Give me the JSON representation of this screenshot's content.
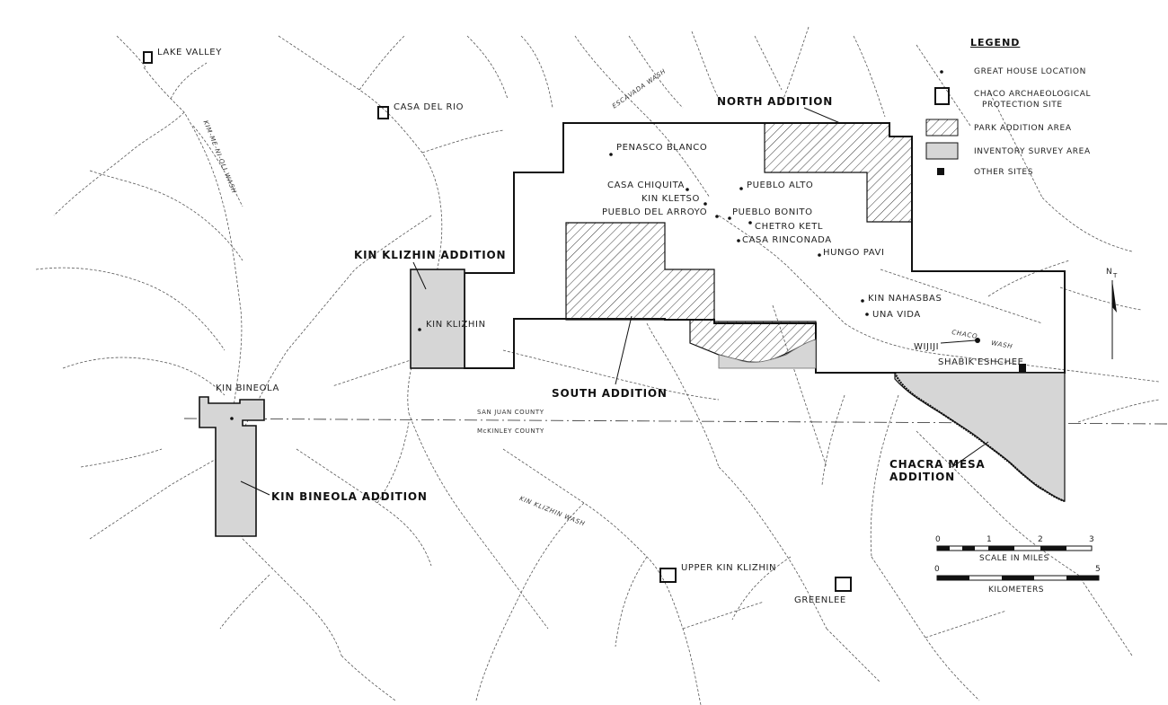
{
  "legend": {
    "title": "LEGEND",
    "items": [
      {
        "label": "GREAT HOUSE LOCATION"
      },
      {
        "label": "CHACO ARCHAEOLOGICAL",
        "label2": "PROTECTION SITE"
      },
      {
        "label": "PARK ADDITION AREA"
      },
      {
        "label": "INVENTORY SURVEY AREA"
      },
      {
        "label": "OTHER SITES"
      }
    ]
  },
  "areas": {
    "north": "NORTH ADDITION",
    "south": "SOUTH ADDITION",
    "kin_klizhin": "KIN KLIZHIN ADDITION",
    "kin_bineola": "KIN BINEOLA ADDITION",
    "chacra_1": "CHACRA MESA",
    "chacra_2": "ADDITION"
  },
  "great_houses": {
    "penasco_blanco": "PENASCO BLANCO",
    "casa_chiquita": "CASA CHIQUITA",
    "kin_kletso": "KIN KLETSO",
    "pueblo_alto": "PUEBLO ALTO",
    "pueblo_del_arroyo": "PUEBLO DEL ARROYO",
    "pueblo_bonito": "PUEBLO BONITO",
    "chetro_ketl": "CHETRO KETL",
    "casa_rinconada": "CASA RINCONADA",
    "hungo_pavi": "HUNGO PAVI",
    "kin_nahasbas": "KIN NAHASBAS",
    "una_vida": "UNA VIDA",
    "kin_klizhin": "KIN KLIZHIN",
    "kin_bineola": "KIN BINEOLA",
    "wijiji": "WIJIJI"
  },
  "protection_sites": {
    "lake_valley": "LAKE VALLEY",
    "casa_del_rio": "CASA DEL RIO",
    "upper_kin_klizhin": "UPPER KIN KLIZHIN",
    "greenlee": "GREENLEE"
  },
  "other_sites": {
    "shabik": "SHABIK'ESHCHEE"
  },
  "washes": {
    "escavada": "ESCAVADA WASH",
    "kim_me_ni_oli": "KIM-ME-NI-OLI WASH",
    "chaco_1": "CHACO",
    "chaco_2": "WASH",
    "kin_klizhin": "KIN KLIZHIN WASH"
  },
  "counties": {
    "san_juan": "SAN JUAN COUNTY",
    "mckinley": "McKINLEY COUNTY"
  },
  "scale": {
    "miles_label": "SCALE IN MILES",
    "miles_ticks": [
      "0",
      "1",
      "2",
      "3"
    ],
    "km_label": "KILOMETERS",
    "km_ticks": [
      "0",
      "5"
    ]
  },
  "north_arrow": {
    "n": "N",
    "t": "T"
  }
}
